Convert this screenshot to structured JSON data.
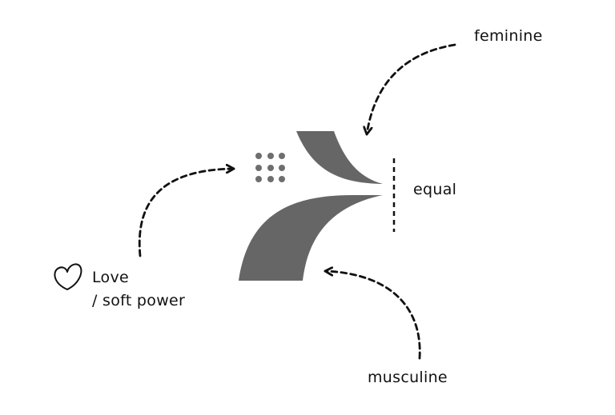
{
  "labels": {
    "feminine": "feminine",
    "equal": "equal",
    "musculine": "musculine",
    "love_line1": "Love",
    "love_line2": "/ soft power"
  },
  "icons": {
    "heart": "heart-outline-icon",
    "dots": "dot-grid-icon"
  },
  "colors": {
    "shape_fill": "#666666",
    "dots": "#6e6e6e",
    "stroke": "#111111",
    "background": "#ffffff"
  }
}
